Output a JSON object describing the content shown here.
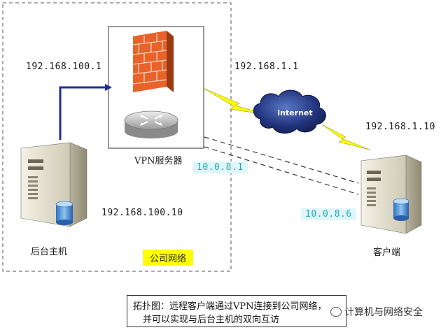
{
  "labels": {
    "ip_left_host_top": "192.168.100.1",
    "ip_vpn_internet": "192.168.1.1",
    "ip_client_public": "192.168.1.10",
    "vpn_server_label": "VPN服务器",
    "tunnel_server_ip": "10.0.8.1",
    "tunnel_client_ip": "10.0.8.6",
    "ip_backend_host": "192.168.100.10",
    "backend_host_label": "后台主机",
    "company_network_label": "公司网络",
    "client_label": "客户端",
    "internet_label": "Internet"
  },
  "caption": {
    "line1": "拓扑图：远程客户端通过VPN连接到公司网络，",
    "line2": "并可以实现与后台主机的双向互访"
  },
  "watermark": {
    "text": "计算机与网络安全"
  },
  "colors": {
    "link_blue": "#1f2f8f",
    "lightning_yellow": "#ffff00",
    "firewall_orange": "#e8622a",
    "cloud_navy": "#1c2a6b",
    "tunnel_tag_bg": "#dff7fb",
    "company_tag_bg": "#ffff00"
  }
}
